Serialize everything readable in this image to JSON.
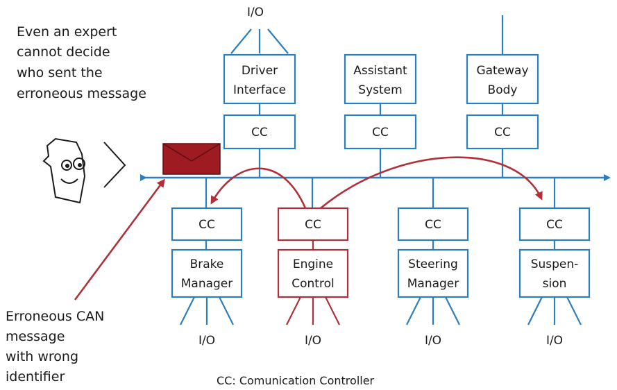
{
  "top_io_label": "I/O",
  "expert_note": [
    "Even an expert",
    "cannot decide",
    "who sent the",
    "erroneous message"
  ],
  "error_note": [
    "Erroneous CAN",
    "message",
    "with wrong",
    "identifier"
  ],
  "cc_label": "CC",
  "top_nodes": [
    {
      "id": "driver-interface",
      "lines": [
        "Driver",
        "Interface"
      ]
    },
    {
      "id": "assistant-system",
      "lines": [
        "Assistant",
        "System"
      ]
    },
    {
      "id": "gateway-body",
      "lines": [
        "Gateway",
        "Body"
      ]
    }
  ],
  "bottom_nodes": [
    {
      "id": "brake-manager",
      "lines": [
        "Brake",
        "Manager"
      ],
      "io": "I/O",
      "faulty": false
    },
    {
      "id": "engine-control",
      "lines": [
        "Engine",
        "Control"
      ],
      "io": "I/O",
      "faulty": true
    },
    {
      "id": "steering-manager",
      "lines": [
        "Steering",
        "Manager"
      ],
      "io": "I/O",
      "faulty": false
    },
    {
      "id": "suspension",
      "lines": [
        "Suspen-",
        "sion"
      ],
      "io": "I/O",
      "faulty": false
    }
  ],
  "legend": "CC: Comunication Controller",
  "colors": {
    "bus": "#2a7fc1",
    "error": "#b0303a",
    "envelope": "#9e1b22"
  },
  "icons": {
    "observer": "face-icon",
    "message": "envelope-icon"
  }
}
